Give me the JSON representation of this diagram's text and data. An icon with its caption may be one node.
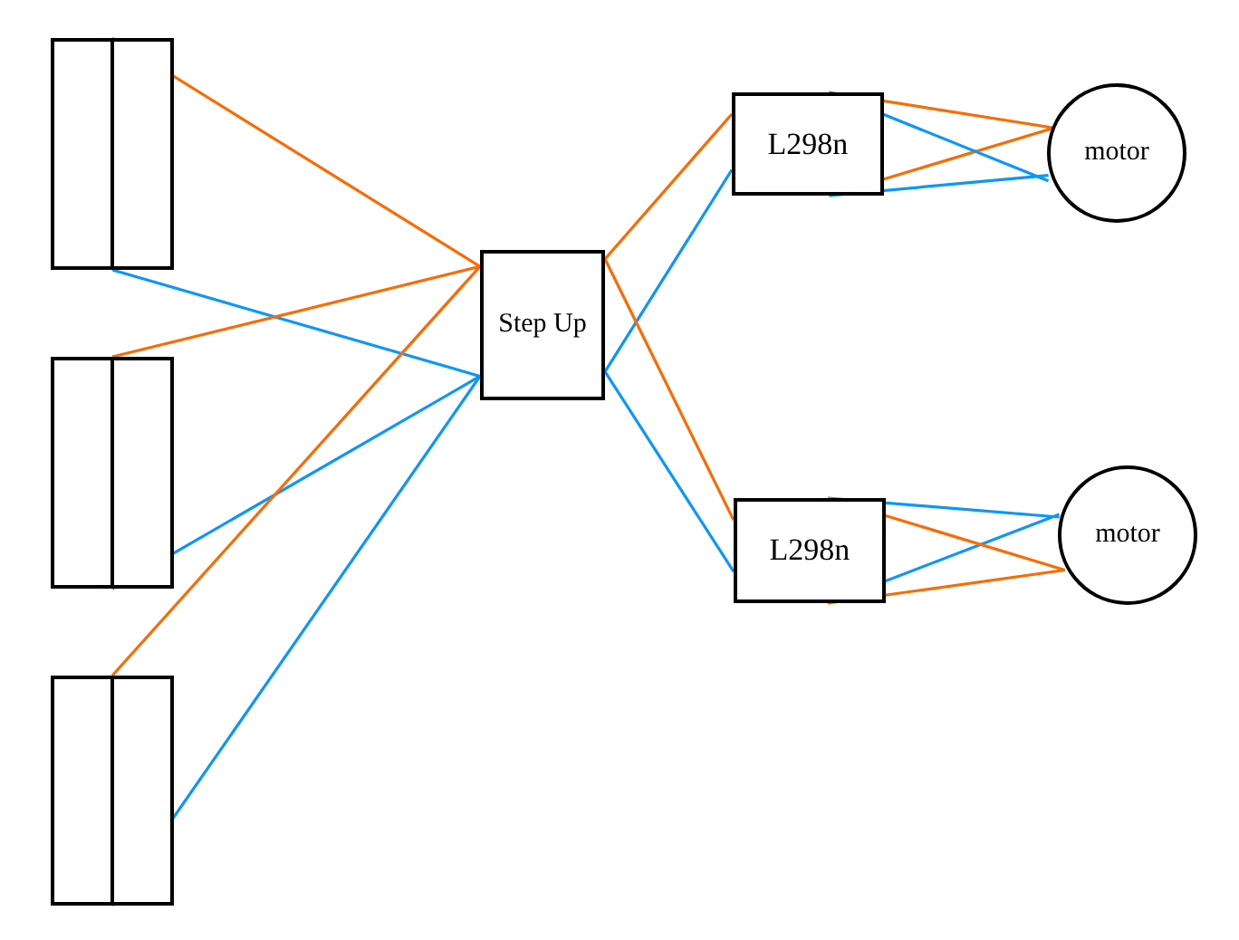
{
  "diagram": {
    "nodes": [
      {
        "text": [],
        "shape": "battery"
      },
      {
        "text": [],
        "shape": "battery"
      },
      {
        "text": [],
        "shape": "battery"
      },
      {
        "text": [
          "Step Up"
        ]
      },
      {
        "text": [
          "L298n"
        ]
      },
      {
        "text": [
          "L298n"
        ]
      },
      {
        "text": [
          "motor"
        ]
      },
      {
        "text": [
          "motor"
        ]
      }
    ],
    "edges": [
      {
        "from": 0,
        "to": 3,
        "arrow": "none",
        "color": "#ff6a00"
      },
      {
        "from": 0,
        "to": 3,
        "arrow": "none",
        "color": "#0a96ff"
      },
      {
        "from": 1,
        "to": 3,
        "arrow": "none",
        "color": "#ff6a00"
      },
      {
        "from": 1,
        "to": 3,
        "arrow": "none",
        "color": "#0a96ff"
      },
      {
        "from": 2,
        "to": 3,
        "arrow": "none",
        "color": "#ff6a00"
      },
      {
        "from": 2,
        "to": 3,
        "arrow": "none",
        "color": "#0a96ff"
      },
      {
        "from": 3,
        "to": 4,
        "arrow": "none",
        "color": "#ff6a00"
      },
      {
        "from": 3,
        "to": 4,
        "arrow": "none",
        "color": "#0a96ff"
      },
      {
        "from": 3,
        "to": 5,
        "arrow": "none",
        "color": "#ff6a00"
      },
      {
        "from": 3,
        "to": 5,
        "arrow": "none",
        "color": "#0a96ff"
      },
      {
        "from": 4,
        "to": 6,
        "arrow": "none",
        "color": "#ff6a00"
      },
      {
        "from": 4,
        "to": 6,
        "arrow": "none",
        "color": "#ff6a00"
      },
      {
        "from": 4,
        "to": 6,
        "arrow": "none",
        "color": "#0a96ff"
      },
      {
        "from": 4,
        "to": 6,
        "arrow": "none",
        "color": "#0a96ff"
      },
      {
        "from": 5,
        "to": 7,
        "arrow": "none",
        "color": "#0a96ff"
      },
      {
        "from": 5,
        "to": 7,
        "arrow": "none",
        "color": "#0a96ff"
      },
      {
        "from": 5,
        "to": 7,
        "arrow": "none",
        "color": "#ff6a00"
      },
      {
        "from": 5,
        "to": 7,
        "arrow": "none",
        "color": "#ff6a00"
      }
    ]
  }
}
